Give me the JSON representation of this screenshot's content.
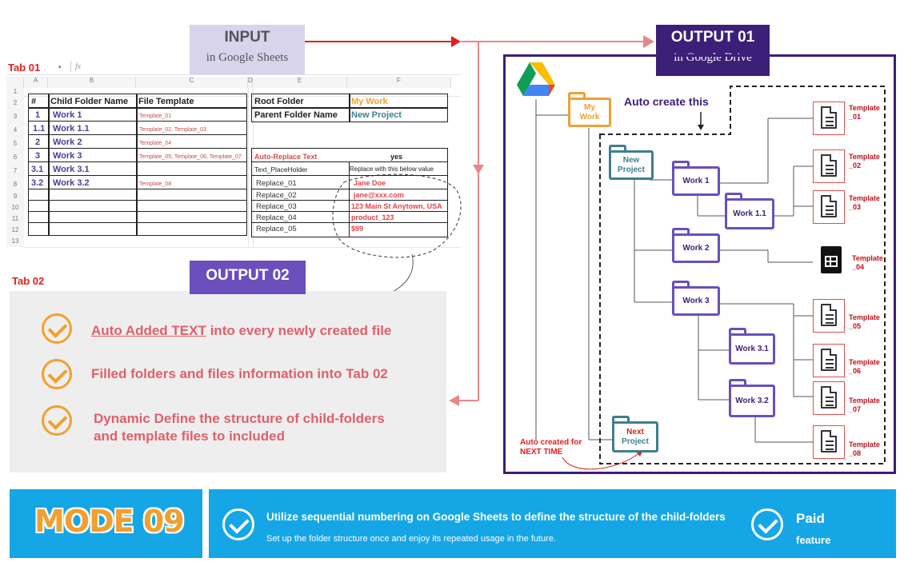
{
  "input": {
    "title": "INPUT",
    "subtitle": "in Google Sheets"
  },
  "output1": {
    "title": "OUTPUT 01",
    "subtitle": "in Google Drive"
  },
  "output2": {
    "title": "OUTPUT 02"
  },
  "tabs": {
    "tab1": "Tab 01",
    "tab2": "Tab 02"
  },
  "sheet": {
    "fx": "fx",
    "col_letters": [
      "A",
      "B",
      "C",
      "D",
      "E",
      "F"
    ],
    "row_numbers": [
      "1",
      "2",
      "3",
      "4",
      "5",
      "6",
      "7",
      "8",
      "9",
      "10",
      "11",
      "12",
      "13"
    ],
    "headers": {
      "num": "#",
      "child": "Child Folder Name",
      "template": "File Template"
    },
    "rows": [
      {
        "num": "1",
        "name": "Work 1",
        "template": "Template_01"
      },
      {
        "num": "1.1",
        "name": "Work 1.1",
        "template": "Template_02, Template_03"
      },
      {
        "num": "2",
        "name": "Work 2",
        "template": "Template_04"
      },
      {
        "num": "3",
        "name": "Work 3",
        "template": "Template_05, Template_06, Template_07"
      },
      {
        "num": "3.1",
        "name": "Work 3.1",
        "template": ""
      },
      {
        "num": "3.2",
        "name": "Work 3.2",
        "template": "Template_08"
      }
    ],
    "root_label": "Root Folder",
    "root_value": "My Work",
    "parent_label": "Parent Folder Name",
    "parent_value": "New Project",
    "auto_replace_label": "Auto-Replace Text",
    "auto_replace_value": "yes",
    "placeholder_label": "Text_PlaceHolder",
    "replace_header": "Replace with this below value",
    "replacements": [
      {
        "key": "Replace_01",
        "value": "Jane Doe"
      },
      {
        "key": "Replace_02",
        "value": "jane@xxx.com"
      },
      {
        "key": "Replace_03",
        "value": "123 Main St Anytown, USA"
      },
      {
        "key": "Replace_04",
        "value": "product_123"
      },
      {
        "key": "Replace_05",
        "value": "$99"
      }
    ]
  },
  "features": [
    {
      "text_underlined": "Auto Added TEXT",
      "text_rest": " into every newly created file"
    },
    {
      "text": "Filled folders and files information into Tab 02"
    },
    {
      "line1": "Dynamic Define the structure of child-folders",
      "line2": "and template files to included"
    }
  ],
  "drive": {
    "auto_create": "Auto create this",
    "auto_next": "Auto created for",
    "auto_next2": "NEXT TIME",
    "folders": {
      "my_work": [
        "My",
        "Work"
      ],
      "new_project": [
        "New",
        "Project"
      ],
      "work1": "Work 1",
      "work11": "Work 1.1",
      "work2": "Work 2",
      "work3": "Work 3",
      "work31": "Work 3.1",
      "work32": "Work 3.2",
      "next_project": [
        "Next",
        "Project"
      ]
    },
    "templates": [
      [
        "Template",
        "_01"
      ],
      [
        "Template",
        "_02"
      ],
      [
        "Template",
        "_03"
      ],
      [
        "Template",
        "_04"
      ],
      [
        "Template",
        "_05"
      ],
      [
        "Template",
        "_06"
      ],
      [
        "Template",
        "_07"
      ],
      [
        "Template",
        "_08"
      ]
    ]
  },
  "banner": {
    "mode": "MODE 09",
    "line1": "Utilize sequential numbering on Google Sheets to define the structure of the child-folders",
    "line2": "Set up the folder structure once and enjoy its repeated usage in the future.",
    "paid1": "Paid",
    "paid2": "feature"
  },
  "colors": {
    "accent_purple": "#3b1f78",
    "folder_purple": "#6a4fbd",
    "orange": "#f0a030",
    "red": "#e02020",
    "blue": "#15a6e6",
    "feature_text": "#e0606a"
  }
}
